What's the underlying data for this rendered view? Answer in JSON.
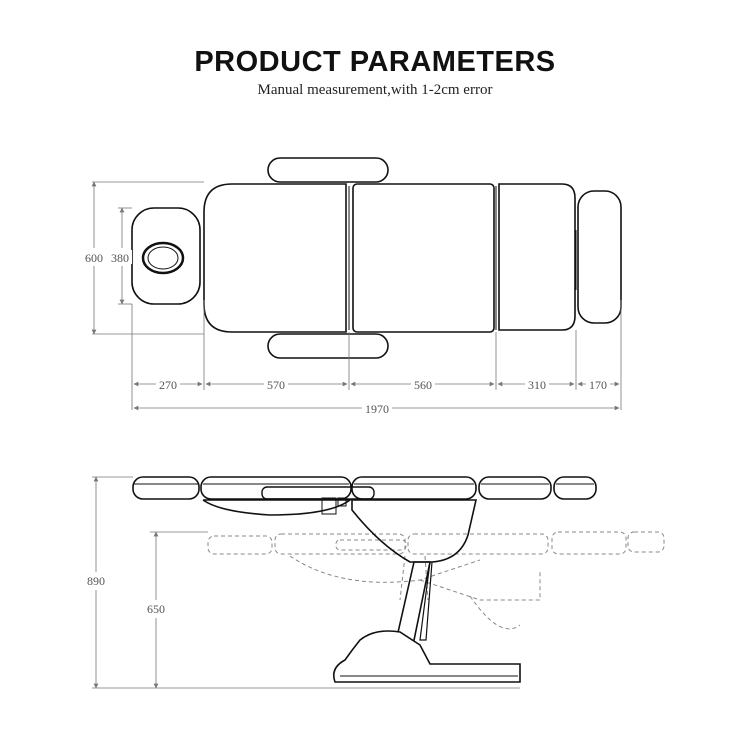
{
  "header": {
    "title": "PRODUCT  PARAMETERS",
    "subtitle": "Manual measurement,with 1-2cm error"
  },
  "top_view": {
    "width_total": "600",
    "headrest_width": "380",
    "segments": [
      "270",
      "570",
      "560",
      "310",
      "170"
    ],
    "length_total": "1970"
  },
  "side_view": {
    "height_max": "890",
    "height_min": "650"
  },
  "colors": {
    "line": "#111111",
    "dimension": "#777777",
    "dashed": "#888888"
  }
}
